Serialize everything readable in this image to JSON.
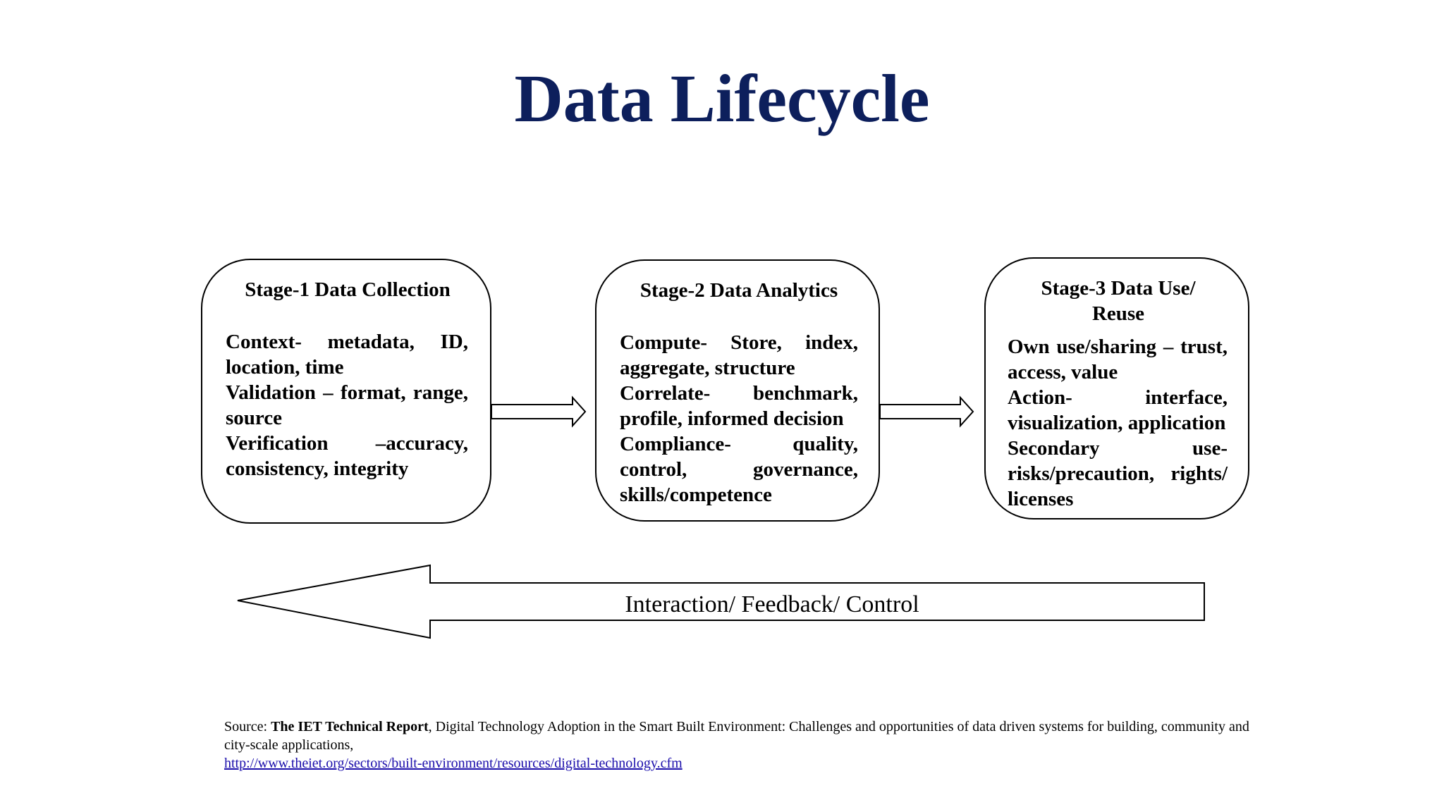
{
  "title": "Data Lifecycle",
  "stages": [
    {
      "title": "Stage-1 Data Collection",
      "lines": [
        "Context- metadata, ID, location, time",
        "Validation – format, range, source",
        "Verification –accuracy, consistency, integrity"
      ]
    },
    {
      "title": "Stage-2 Data Analytics",
      "lines": [
        "Compute- Store, index, aggregate, structure",
        "Correlate- benchmark, profile, informed decision",
        "Compliance- quality, control, governance, skills/competence"
      ]
    },
    {
      "title": "Stage-3 Data Use/ Reuse",
      "lines": [
        "Own use/sharing – trust, access, value",
        "Action- interface, visualization, application",
        "Secondary use- risks/precaution, rights/ licenses"
      ]
    }
  ],
  "feedback_label": "Interaction/ Feedback/ Control",
  "source": {
    "prefix": "Source: ",
    "report": "The IET Technical Report",
    "text": ", Digital Technology Adoption in the Smart Built Environment:  Challenges and opportunities of data driven systems for building, community and city-scale applications,",
    "link": "http://www.theiet.org/sectors/built-environment/resources/digital-technology.cfm"
  }
}
